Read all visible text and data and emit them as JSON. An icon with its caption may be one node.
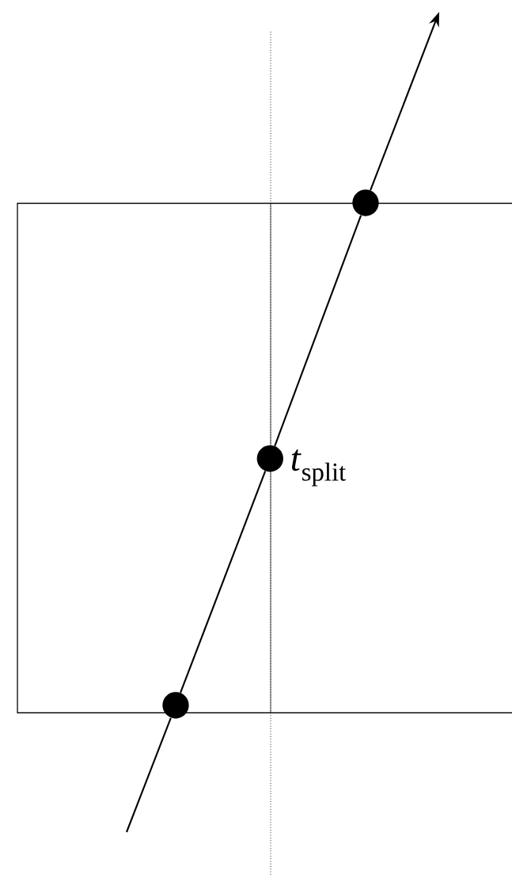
{
  "diagram": {
    "nodes": [
      {
        "text": [],
        "shape": "box"
      },
      {
        "text": [],
        "shape": "circle"
      },
      {
        "text": [],
        "shape": "circle",
        "in": 0,
        "beside": [
          "*t*$_{split}$"
        ]
      },
      {
        "text": [],
        "shape": "circle"
      }
    ],
    "edges": [
      {
        "from": null,
        "to": 3,
        "arrow": "none"
      },
      {
        "from": 3,
        "to": 2,
        "arrow": "none"
      },
      {
        "from": 2,
        "to": 1,
        "arrow": "none"
      },
      {
        "from": 1,
        "to": null,
        "arrow": "to"
      }
    ]
  }
}
